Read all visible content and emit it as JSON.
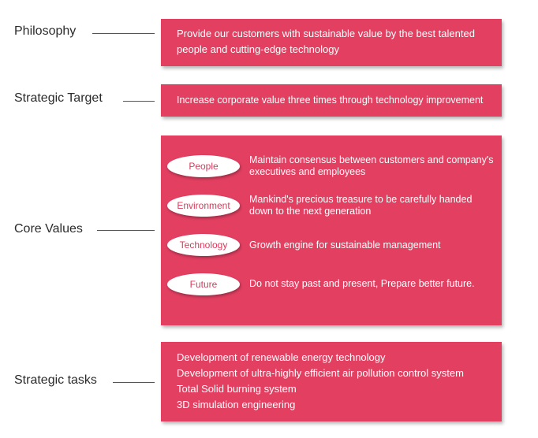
{
  "philosophy": {
    "label": "Philosophy",
    "text": "Provide our customers with sustainable value by the best talented people and cutting-edge technology"
  },
  "strategic_target": {
    "label": "Strategic Target",
    "text": "Increase corporate value three times through technology improvement"
  },
  "core_values": {
    "label": "Core Values",
    "items": [
      {
        "name": "People",
        "desc": "Maintain consensus between customers and company's executives and employees"
      },
      {
        "name": "Environment",
        "desc": "Mankind's precious treasure to be carefully handed down to the next generation"
      },
      {
        "name": "Technology",
        "desc": "Growth engine for sustainable management"
      },
      {
        "name": "Future",
        "desc": "Do not stay past and present, Prepare better future."
      }
    ]
  },
  "strategic_tasks": {
    "label": "Strategic tasks",
    "items": [
      "Development of renewable energy technology",
      "Development of ultra-highly efficient air pollution control system",
      "Total Solid burning system",
      "3D simulation engineering"
    ]
  },
  "colors": {
    "box": "#e23f61",
    "pill_text": "#d93a5b",
    "label_text": "#2b2b2b"
  }
}
